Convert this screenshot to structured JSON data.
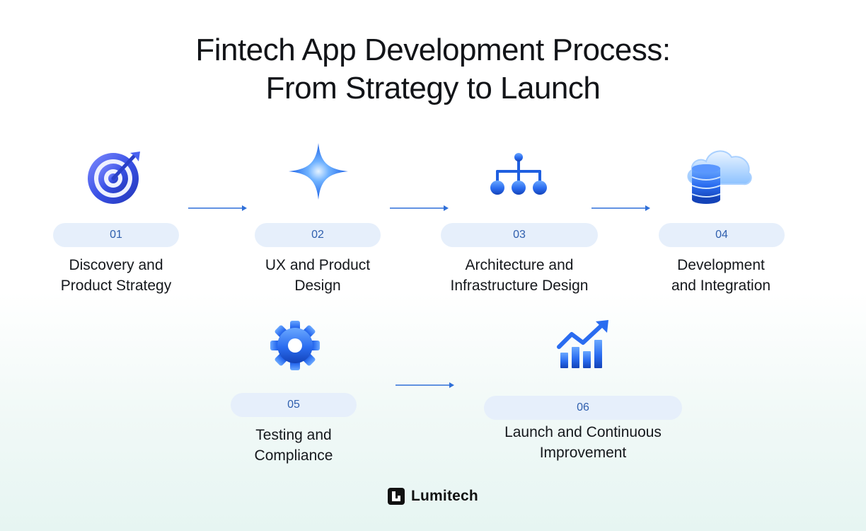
{
  "title": {
    "line1": "Fintech App Development Process:",
    "line2": "From Strategy to Launch"
  },
  "steps": [
    {
      "number": "01",
      "label": "Discovery and\nProduct Strategy",
      "icon": "target-icon"
    },
    {
      "number": "02",
      "label": "UX and Product\nDesign",
      "icon": "sparkle-icon"
    },
    {
      "number": "03",
      "label": "Architecture and\nInfrastructure Design",
      "icon": "hierarchy-icon"
    },
    {
      "number": "04",
      "label": "Development\nand Integration",
      "icon": "cloud-database-icon"
    },
    {
      "number": "05",
      "label": "Testing and\nCompliance",
      "icon": "gear-icon"
    },
    {
      "number": "06",
      "label": "Launch and Continuous\nImprovement",
      "icon": "growth-chart-icon"
    }
  ],
  "brand": {
    "name": "Lumitech",
    "icon": "lumitech-logo-icon"
  },
  "colors": {
    "accent": "#2f6fd8",
    "pill_bg": "#e6effb",
    "pill_text": "#2f5fae",
    "icon_blue": "#1f5fe0"
  }
}
